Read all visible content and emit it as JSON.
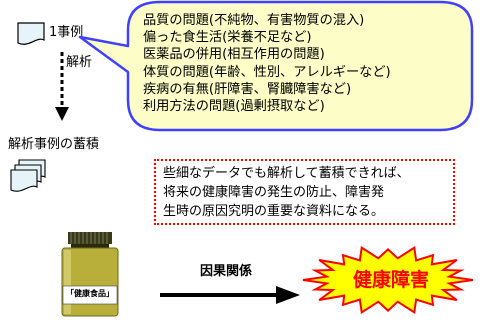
{
  "case_label": "1事例",
  "analysis_label": "解析",
  "accumulation_label": "解析事例の蓄積",
  "callout_lines": [
    "品質の問題(不純物、有害物質の混入)",
    "偏った食生活(栄養不足など)",
    "医薬品の併用(相互作用の問題)",
    "体質の問題(年齢、性別、アレルギーなど)",
    "疾病の有無(肝障害、腎臓障害など)",
    "利用方法の問題(過剰摂取など)"
  ],
  "note_lines": [
    "些細なデータでも解析して蓄積できれば、",
    "将来の健康障害の発生の防止、障害発",
    "生時の原因究明の重要な資料になる。"
  ],
  "bottle_label": "「健康食品」",
  "causality_label": "因果関係",
  "burst_label": "健康障害",
  "colors": {
    "callout_fill": "#fdfdc8",
    "callout_border": "#4040ff",
    "doc_fill": "#e6f3f9",
    "note_border": "#ff0000",
    "burst_fill": "#ffff00",
    "burst_border": "#ff0000",
    "burst_text": "#ff0000",
    "bottle_body": "#b8ae3a"
  }
}
